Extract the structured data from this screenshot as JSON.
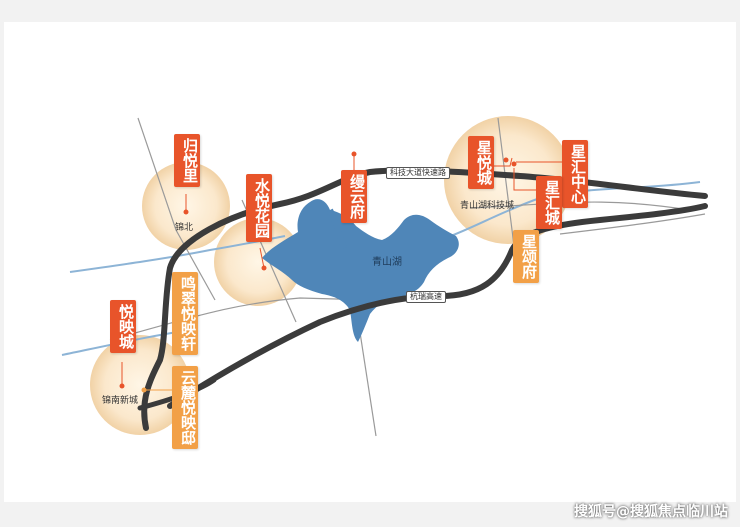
{
  "map": {
    "roads": [
      {
        "id": "keji",
        "label": "科技大道快速路"
      },
      {
        "id": "hangrui",
        "label": "杭瑞高速"
      }
    ],
    "lake": {
      "label": "青山湖"
    },
    "places": [
      {
        "id": "jinbei",
        "label": "锦北"
      },
      {
        "id": "jinnan",
        "label": "锦南新城"
      },
      {
        "id": "qingshanhu-keji",
        "label": "青山湖科技城"
      }
    ],
    "projects": [
      {
        "id": "guiyueli",
        "label": "归悦里",
        "color": "#e8542a"
      },
      {
        "id": "shuiyue",
        "label": "水悦花园",
        "color": "#e8542a"
      },
      {
        "id": "miaoyun",
        "label": "缦云府",
        "color": "#e8542a"
      },
      {
        "id": "xingyue",
        "label": "星悦城",
        "color": "#e8542a"
      },
      {
        "id": "xinghui-zx",
        "label": "星汇中心",
        "color": "#e8542a"
      },
      {
        "id": "xinghui-c",
        "label": "星汇城",
        "color": "#e8542a"
      },
      {
        "id": "xingsong",
        "label": "星颂府",
        "color": "#f2a047"
      },
      {
        "id": "yueying",
        "label": "悦映城",
        "color": "#e8542a"
      },
      {
        "id": "mingcui",
        "label": "鸣翠悦映轩",
        "color": "#f2a047"
      },
      {
        "id": "yunlu",
        "label": "云麓悦映邸",
        "color": "#f2a047"
      }
    ]
  },
  "watermark": "搜狐号@搜狐焦点临川站",
  "colors": {
    "road_dark": "#3b3b3b",
    "water": "#4f86b8",
    "tag_red": "#e8542a",
    "tag_orange": "#f2a047"
  }
}
